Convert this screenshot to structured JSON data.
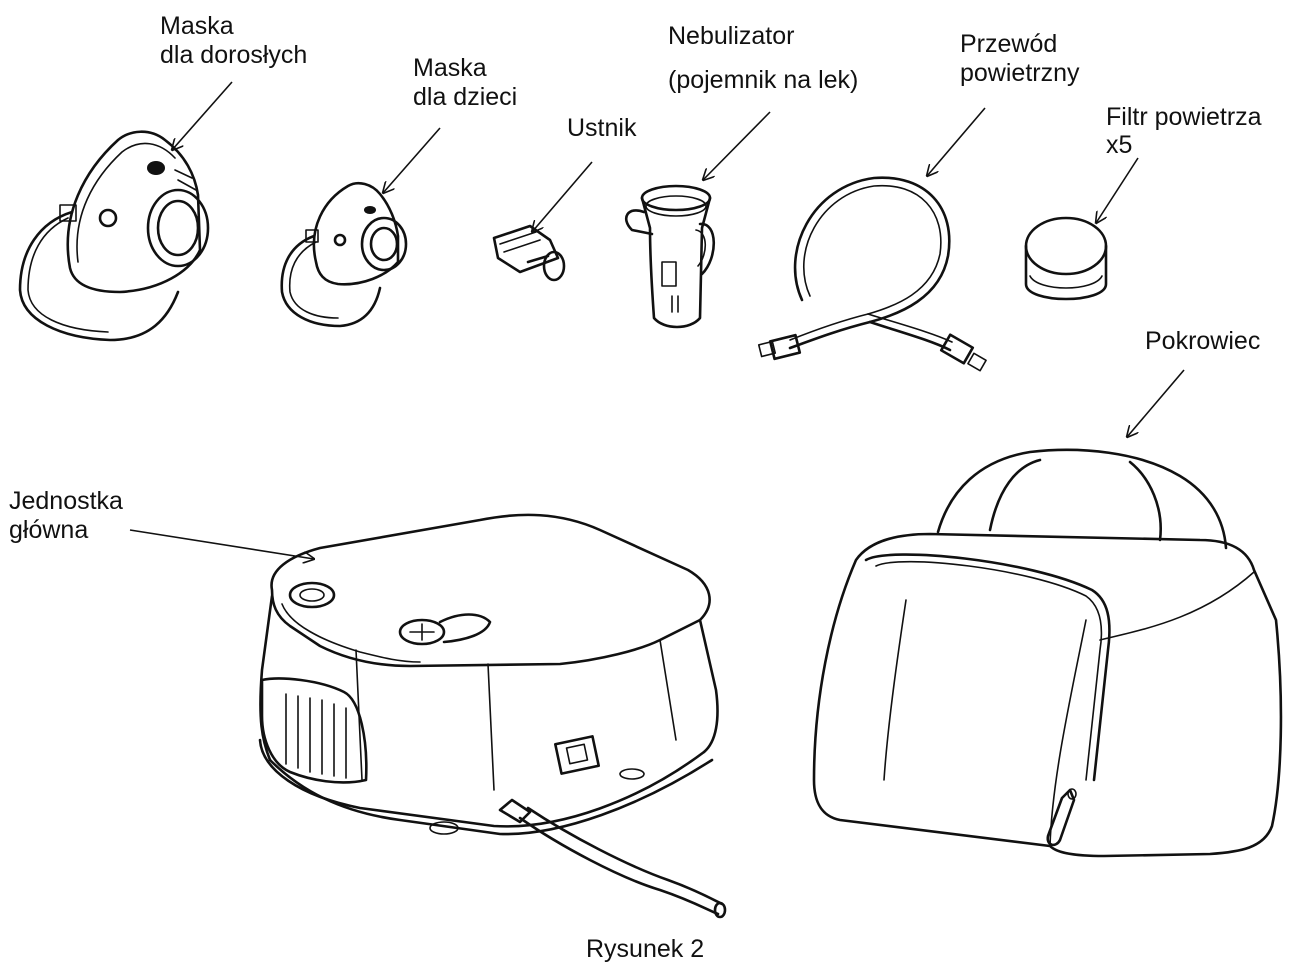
{
  "labels": {
    "adult_mask": [
      "Maska",
      "dla dorosłych"
    ],
    "child_mask": [
      "Maska",
      "dla dzieci"
    ],
    "mouthpiece": "Ustnik",
    "nebulizer": [
      "Nebulizator",
      "(pojemnik na lek)"
    ],
    "air_tube": [
      "Przewód",
      "powietrzny"
    ],
    "air_filter": [
      "Filtr powietrza",
      "x5"
    ],
    "carry_bag": "Pokrowiec",
    "main_unit": [
      "Jednostka",
      "główna"
    ]
  },
  "caption": "Rysunek 2"
}
